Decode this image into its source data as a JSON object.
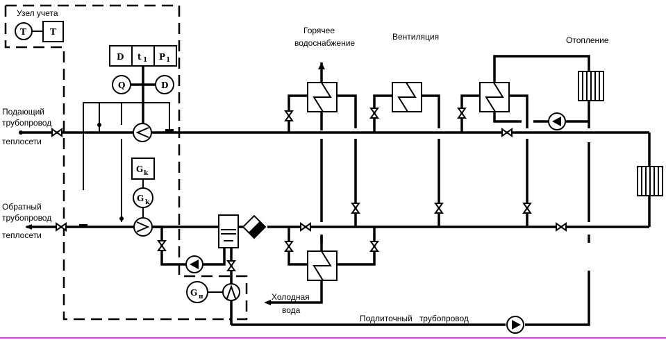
{
  "diagram": {
    "title_block": "Узел учета",
    "labels": {
      "supply_pipe": [
        "Подающий",
        "трубопровод",
        "теплосети"
      ],
      "return_pipe": [
        "Обратный",
        "трубопровод",
        "теплосети"
      ],
      "hot_water": [
        "Горячее",
        "водоснабжение"
      ],
      "ventilation": "Вентиляция",
      "heating": "Отопление",
      "cold_water": [
        "Холодная",
        "вода"
      ],
      "makeup_pipe": "Подлиточный   трубопровод"
    },
    "instruments": {
      "t_circle": "T",
      "t_box": "T",
      "d_box": "D",
      "t1_box": "t",
      "t1_sub": "1",
      "p1_box": "P",
      "p1_sub": "1",
      "q_circle": "Q",
      "d_circle": "D",
      "gk_box": "G",
      "gk_box_sub": "k",
      "gk_circle": "G",
      "gk_circle_sub": "k",
      "gn_circle": "G",
      "gn_circle_sub": "п"
    },
    "colors": {
      "line": "#000000",
      "background": "#ffffff",
      "border_bottom": "#e040e0"
    }
  }
}
